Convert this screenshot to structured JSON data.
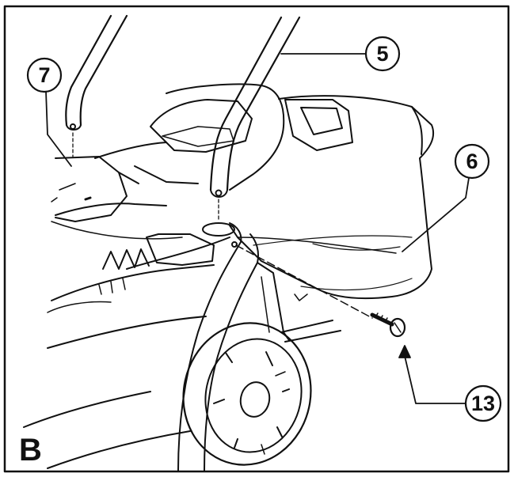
{
  "figure": {
    "panel_label": "B",
    "callouts": [
      {
        "id": "c7",
        "label": "7"
      },
      {
        "id": "c5",
        "label": "5"
      },
      {
        "id": "c6",
        "label": "6"
      },
      {
        "id": "c13",
        "label": "13"
      }
    ]
  },
  "colors": {
    "line": "#111111",
    "paper": "#ffffff"
  }
}
